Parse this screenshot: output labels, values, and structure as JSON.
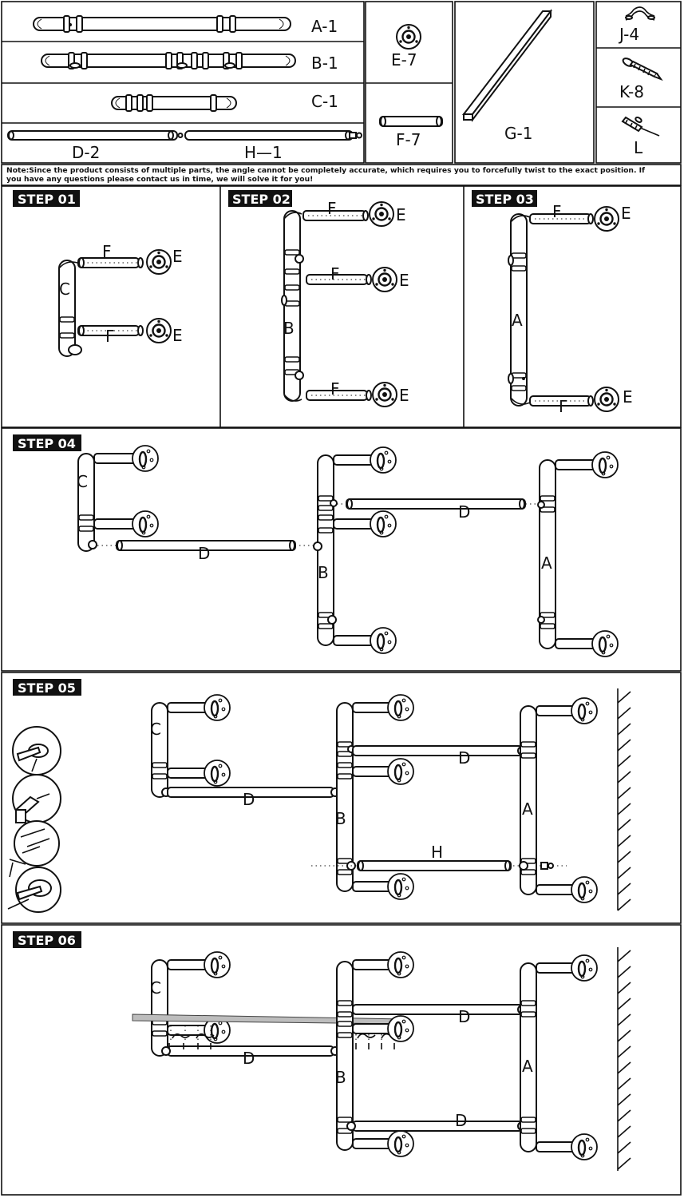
{
  "parts": {
    "a1": "A-1",
    "b1": "B-1",
    "c1": "C-1",
    "d2": "D-2",
    "h1": "H—1",
    "e7": "E-7",
    "f7": "F-7",
    "g1": "G-1",
    "j4": "J-4",
    "k8": "K-8",
    "l": "L"
  },
  "note": {
    "line1": "Note:Since the product consists of multiple parts, the angle cannot be completely accurate, which requires you to forcefully twist to the exact position. If",
    "line2": "you have any questions please contact us in time, we will solve it for you!"
  },
  "steps": {
    "s1": "STEP 01",
    "s2": "STEP 02",
    "s3": "STEP 03",
    "s4": "STEP 04",
    "s5": "STEP 05",
    "s6": "STEP 06"
  },
  "labels": {
    "a": "A",
    "b": "B",
    "c": "C",
    "d": "D",
    "e": "E",
    "f": "F",
    "h": "H"
  }
}
